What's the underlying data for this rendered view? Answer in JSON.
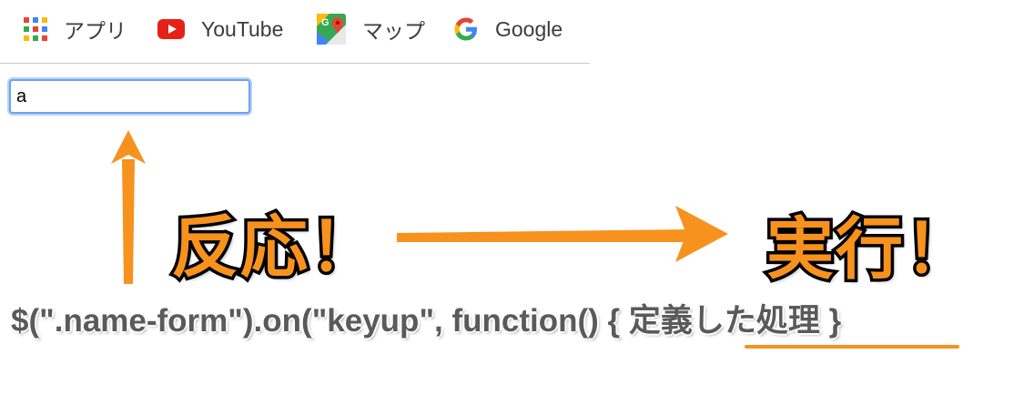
{
  "bookmarks_bar": {
    "items": [
      {
        "label": "アプリ",
        "icon": "apps-grid-icon"
      },
      {
        "label": "YouTube",
        "icon": "youtube-icon"
      },
      {
        "label": "マップ",
        "icon": "maps-icon"
      },
      {
        "label": "Google",
        "icon": "google-g-icon"
      }
    ]
  },
  "form": {
    "name_input_value": "a"
  },
  "annotations": {
    "react_label": "反応！",
    "execute_label": "実行！",
    "accent_color": "#f7921e",
    "outline_color": "#000000"
  },
  "code": {
    "prefix": "$(\".name-form\").on(\"keyup\", function() {",
    "body": " 定義した処理 ",
    "suffix": "}"
  }
}
